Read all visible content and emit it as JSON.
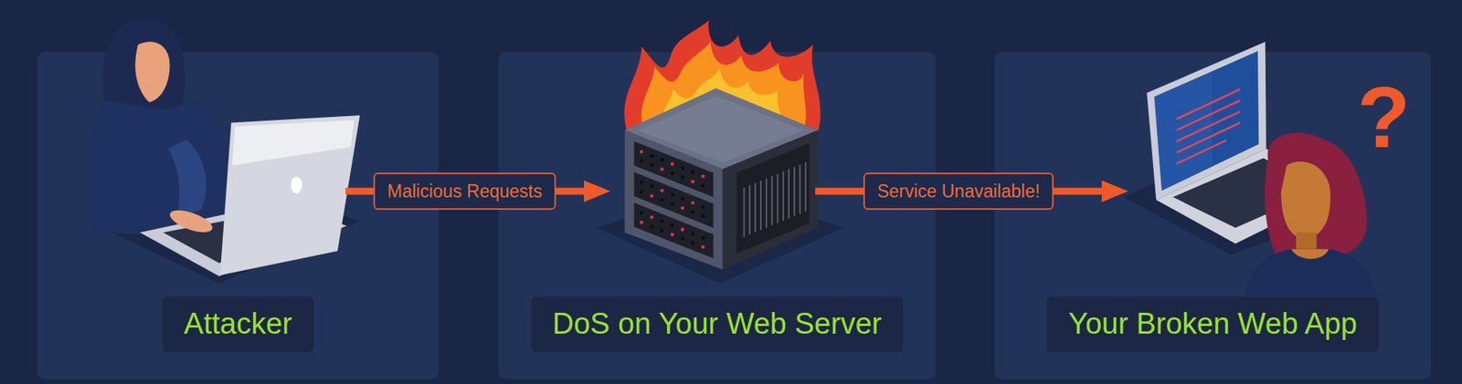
{
  "diagram": {
    "nodes": [
      {
        "text": [
          "Attacker"
        ]
      },
      {
        "text": [
          "DoS on Your Web Server"
        ]
      },
      {
        "text": [
          "Your Broken Web App"
        ]
      }
    ],
    "edges": [
      {
        "from": 0,
        "to": 1,
        "arrow": "to",
        "label": "Malicious Requests"
      },
      {
        "from": 1,
        "to": 2,
        "arrow": "to",
        "label": "Service Unavailable!"
      }
    ],
    "labels": [
      "?"
    ]
  }
}
